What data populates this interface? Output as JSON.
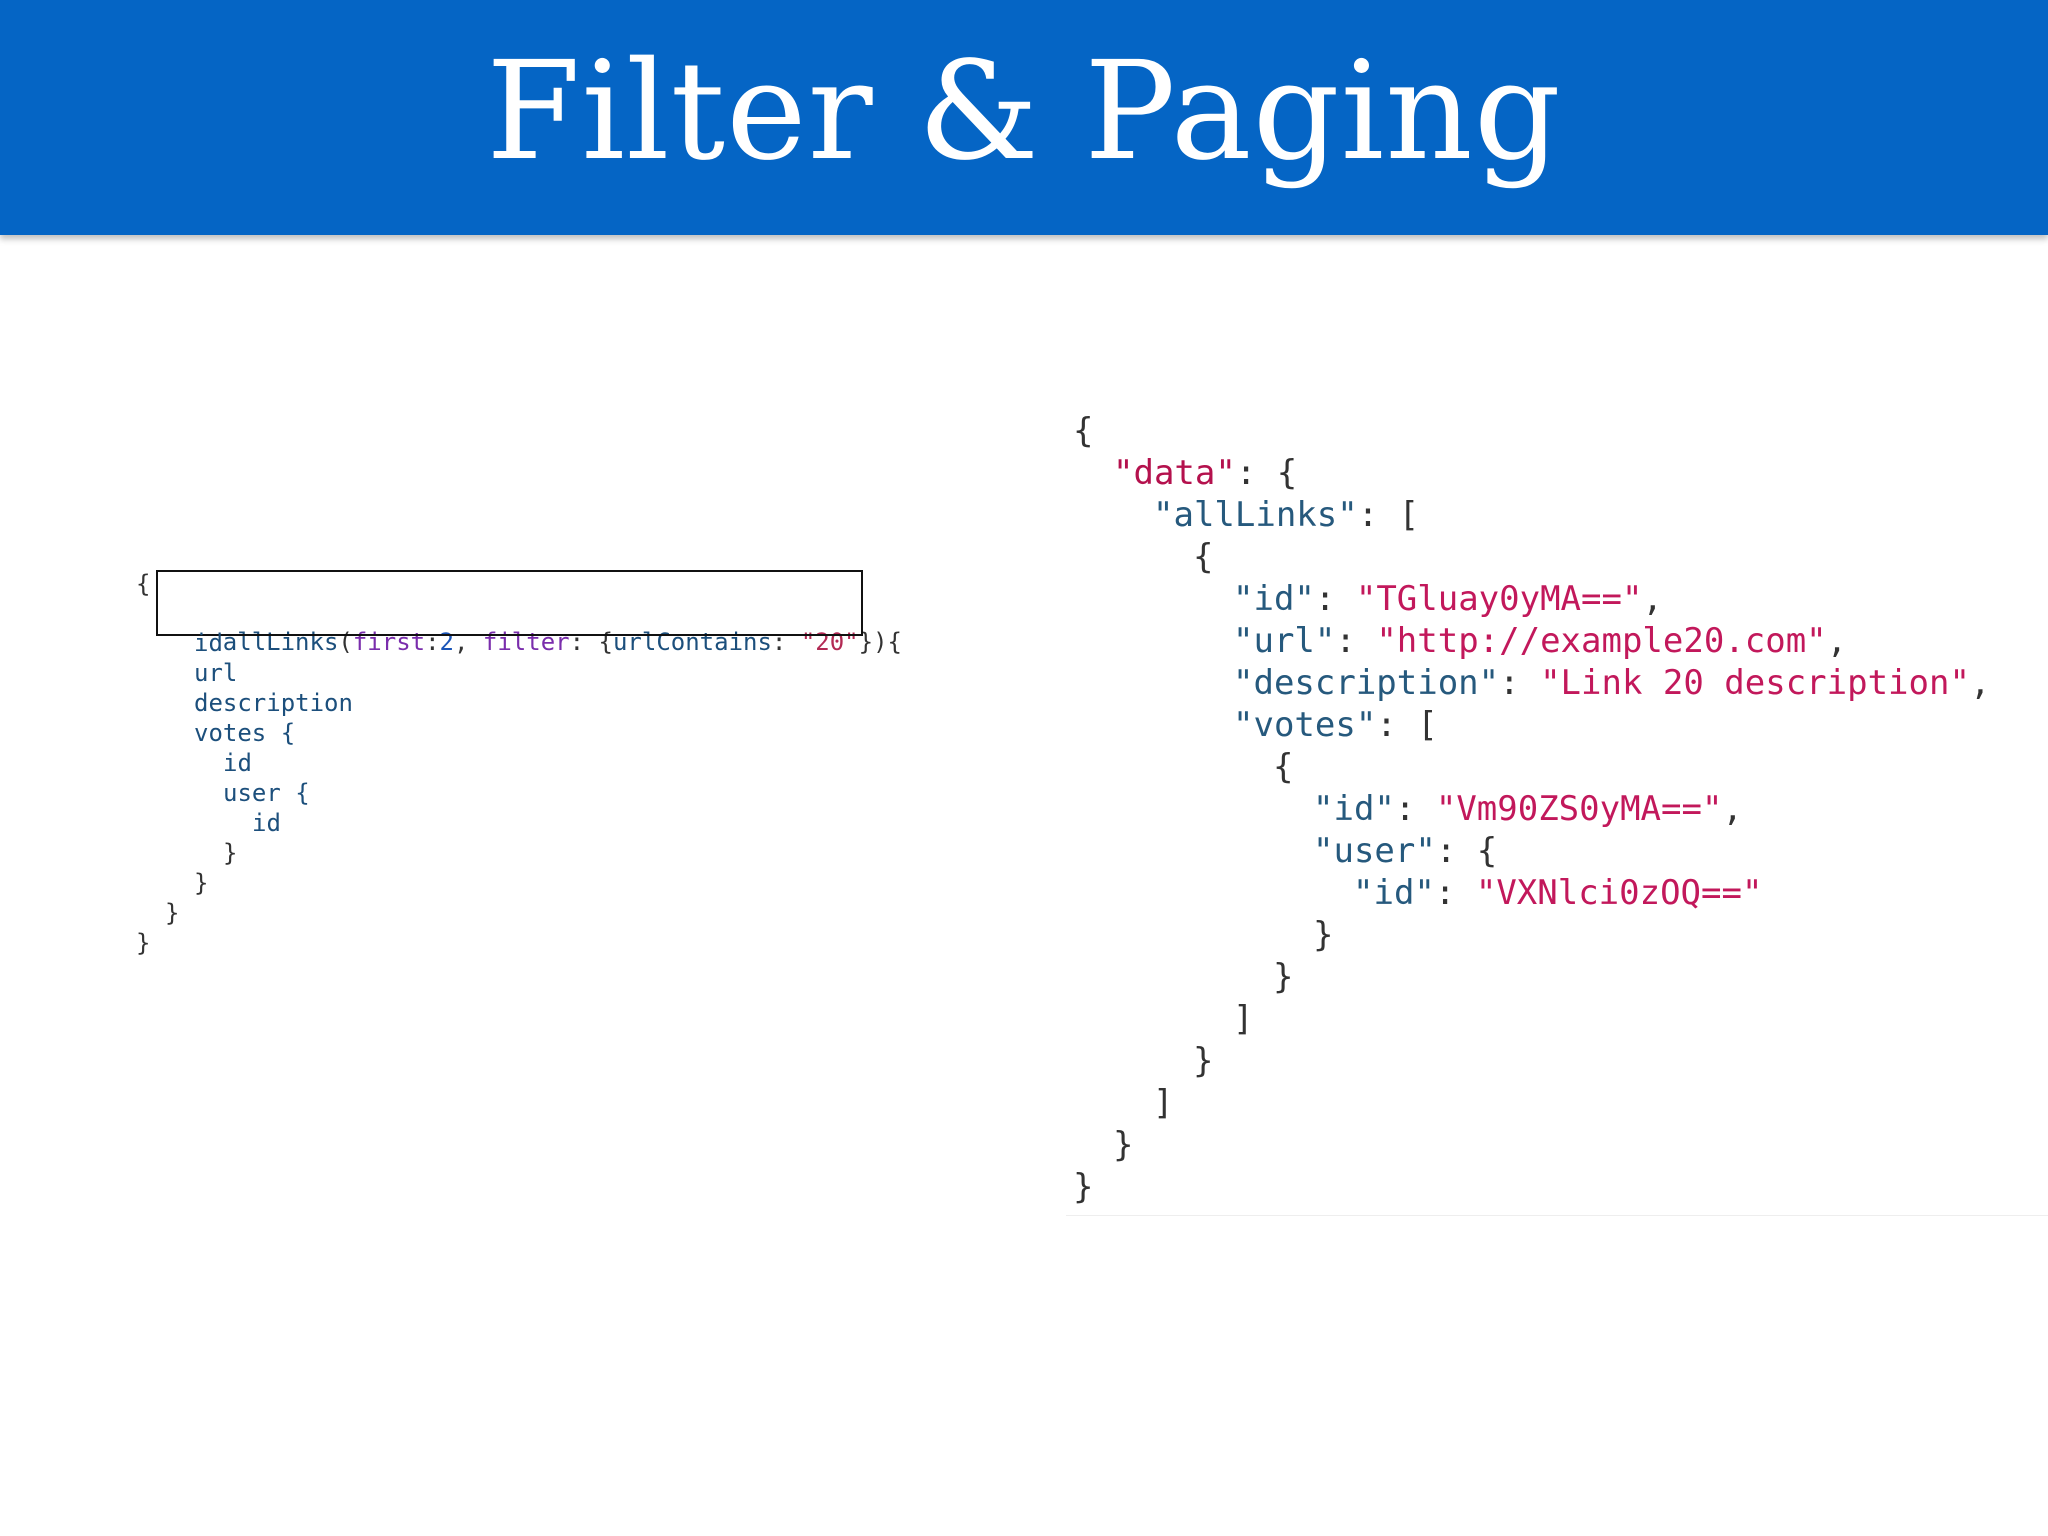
{
  "slide": {
    "title": "Filter & Paging"
  },
  "query": {
    "open_brace": "{",
    "field_name": "allLinks",
    "paren_open": "(",
    "arg_first": "first",
    "colon": ":",
    "arg_first_value": "2",
    "comma": ",",
    "arg_filter": "filter",
    "colon_space": ": ",
    "obj_open": "{",
    "arg_url_contains": "urlContains",
    "arg_url_contains_value": "\"20\"",
    "close_args": "}){",
    "fields": {
      "id": "id",
      "url": "url",
      "description": "description",
      "votes": "votes {",
      "votes_id": "id",
      "user": "user {",
      "user_id": "id"
    },
    "closers": [
      "}",
      "}",
      "}",
      "}"
    ]
  },
  "response": {
    "lines": {
      "open": "{",
      "data_key": "\"data\"",
      "data_tail": ": {",
      "all_links_key": "\"allLinks\"",
      "all_links_tail": ": [",
      "item_open": "{",
      "id_key": "\"id\"",
      "sep": ": ",
      "id_value": "\"TGluay0yMA==\"",
      "comma": ",",
      "url_key": "\"url\"",
      "url_value": "\"http://example20.com\"",
      "description_key": "\"description\"",
      "description_value": "\"Link 20 description\"",
      "votes_key": "\"votes\"",
      "votes_tail": ": [",
      "vote_open": "{",
      "vote_id_key": "\"id\"",
      "vote_id_value": "\"Vm90ZS0yMA==\"",
      "user_key": "\"user\"",
      "user_tail": ": {",
      "user_id_key": "\"id\"",
      "user_id_value": "\"VXNlci0zOQ==\"",
      "user_close": "}",
      "vote_close": "}",
      "votes_close": "]",
      "item_close": "}",
      "all_links_close": "]",
      "data_close": "}",
      "close": "}"
    }
  },
  "colors": {
    "title_bar": "#0565c5",
    "title_text": "#ffffff",
    "json_top_key": "#b4114d",
    "json_key": "#26597d",
    "json_string": "#c2185b",
    "query_field": "#1c4f7c",
    "query_argument": "#7a2dac",
    "query_string": "#b22a54"
  }
}
